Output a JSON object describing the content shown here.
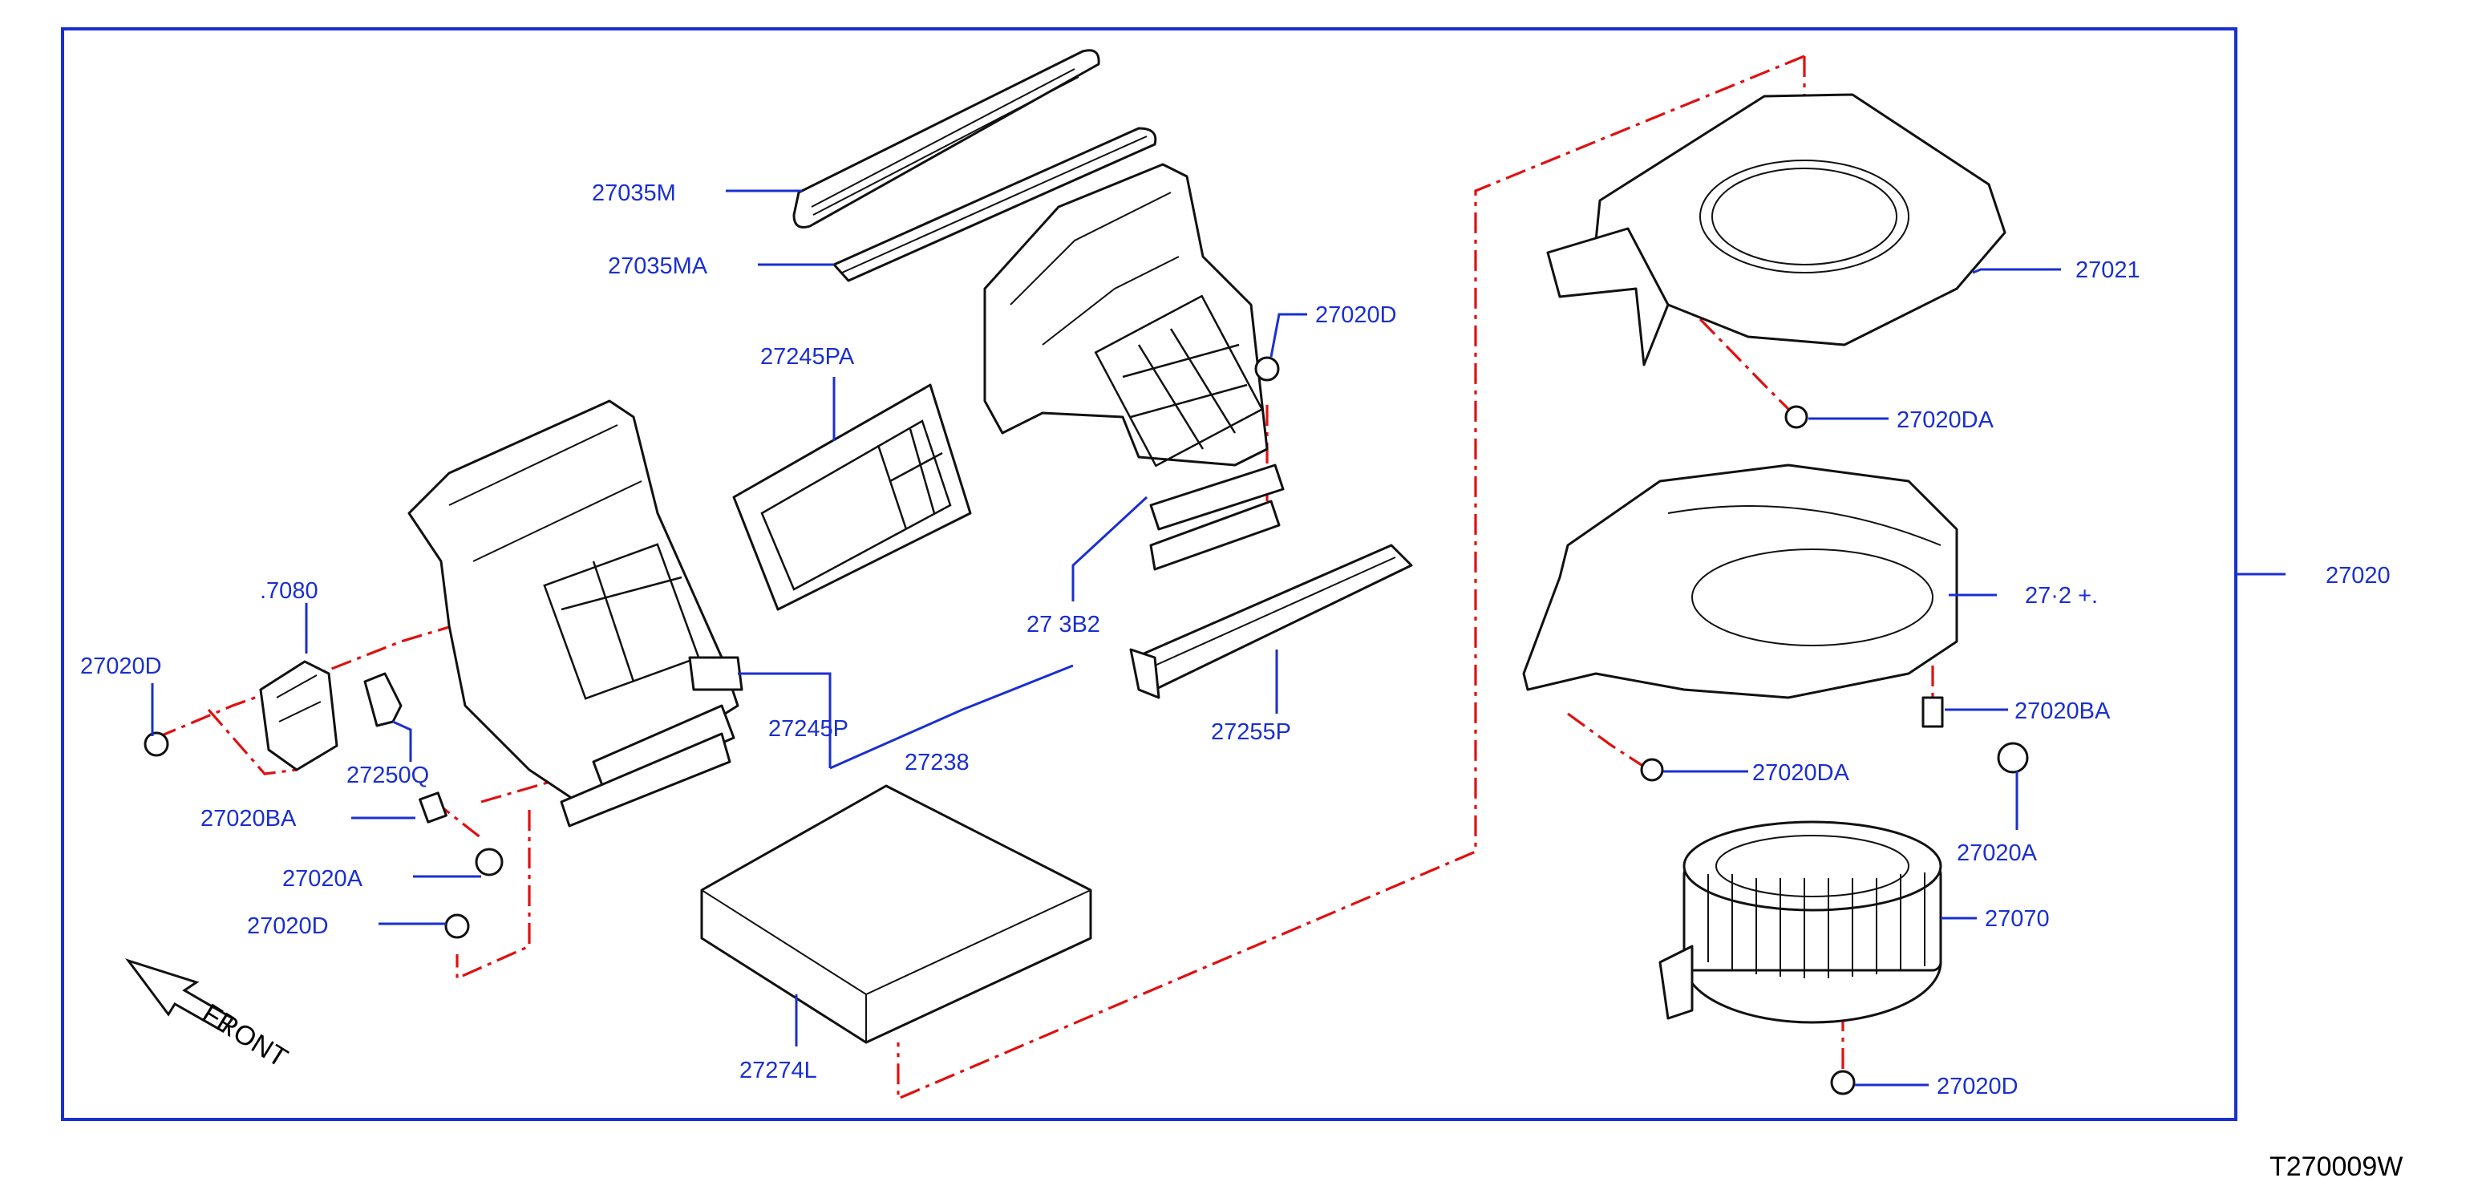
{
  "reference_code": "T270009W",
  "front_label": "FRONT",
  "parts": [
    {
      "id": "p27035M",
      "text": "27035M"
    },
    {
      "id": "p27035MA",
      "text": "27035MA"
    },
    {
      "id": "p27245PA",
      "text": "27245PA"
    },
    {
      "id": "p27020D_top",
      "text": "27020D"
    },
    {
      "id": "p27021",
      "text": "27021"
    },
    {
      "id": "p27020DA_top",
      "text": "27020DA"
    },
    {
      "id": "p27020",
      "text": "27020"
    },
    {
      "id": "p27080",
      "text": ".7080"
    },
    {
      "id": "p27020D_left",
      "text": "27020D"
    },
    {
      "id": "p273B2",
      "text": "27 3B2"
    },
    {
      "id": "p27245P",
      "text": "27245P"
    },
    {
      "id": "p27238",
      "text": "27238"
    },
    {
      "id": "p27255P",
      "text": "27255P"
    },
    {
      "id": "p27250Q",
      "text": "27250Q"
    },
    {
      "id": "p27020BA_left",
      "text": "27020BA"
    },
    {
      "id": "p27020A_left",
      "text": "27020A"
    },
    {
      "id": "p27020D_low",
      "text": "27020D"
    },
    {
      "id": "p27274L",
      "text": "27274L"
    },
    {
      "id": "p27022",
      "text": "27·2 +."
    },
    {
      "id": "p27020BA_right",
      "text": "27020BA"
    },
    {
      "id": "p27020DA_mid",
      "text": "27020DA"
    },
    {
      "id": "p27020A_right",
      "text": "27020A"
    },
    {
      "id": "p27070",
      "text": "27070"
    },
    {
      "id": "p27020D_bottom",
      "text": "27020D"
    }
  ],
  "colors": {
    "label": "#1a2fd0",
    "frame": "#1a2fd0",
    "phantom_line": "#e01010",
    "drawing": "#111111"
  }
}
